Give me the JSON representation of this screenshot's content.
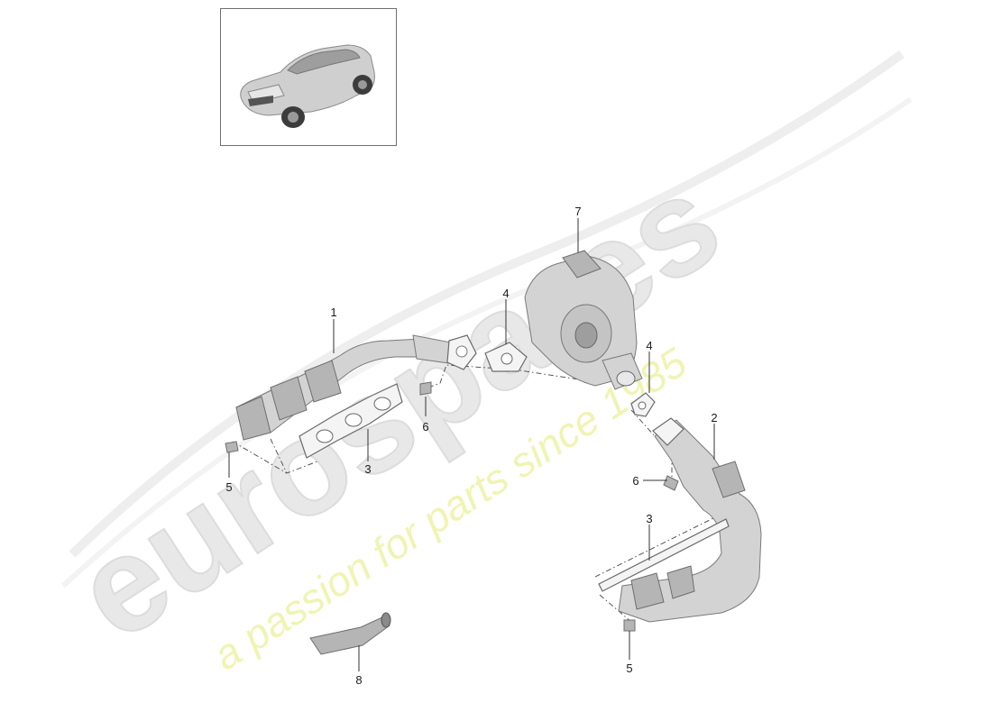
{
  "watermark": {
    "brand": "eurospares",
    "tagline": "a passion for parts since 1985",
    "brand_color": "#e4e4e4",
    "tagline_color": "#eef3a6"
  },
  "thumbnail": {
    "icon": "car-icon"
  },
  "callouts": [
    {
      "id": "c1a",
      "label": "1"
    },
    {
      "id": "c4a",
      "label": "4"
    },
    {
      "id": "c7",
      "label": "7"
    },
    {
      "id": "c4b",
      "label": "4"
    },
    {
      "id": "c2",
      "label": "2"
    },
    {
      "id": "c6a",
      "label": "6"
    },
    {
      "id": "c5a",
      "label": "5"
    },
    {
      "id": "c3a",
      "label": "3"
    },
    {
      "id": "c6b",
      "label": "6"
    },
    {
      "id": "c3b",
      "label": "3"
    },
    {
      "id": "c5b",
      "label": "5"
    },
    {
      "id": "c8",
      "label": "8"
    }
  ]
}
